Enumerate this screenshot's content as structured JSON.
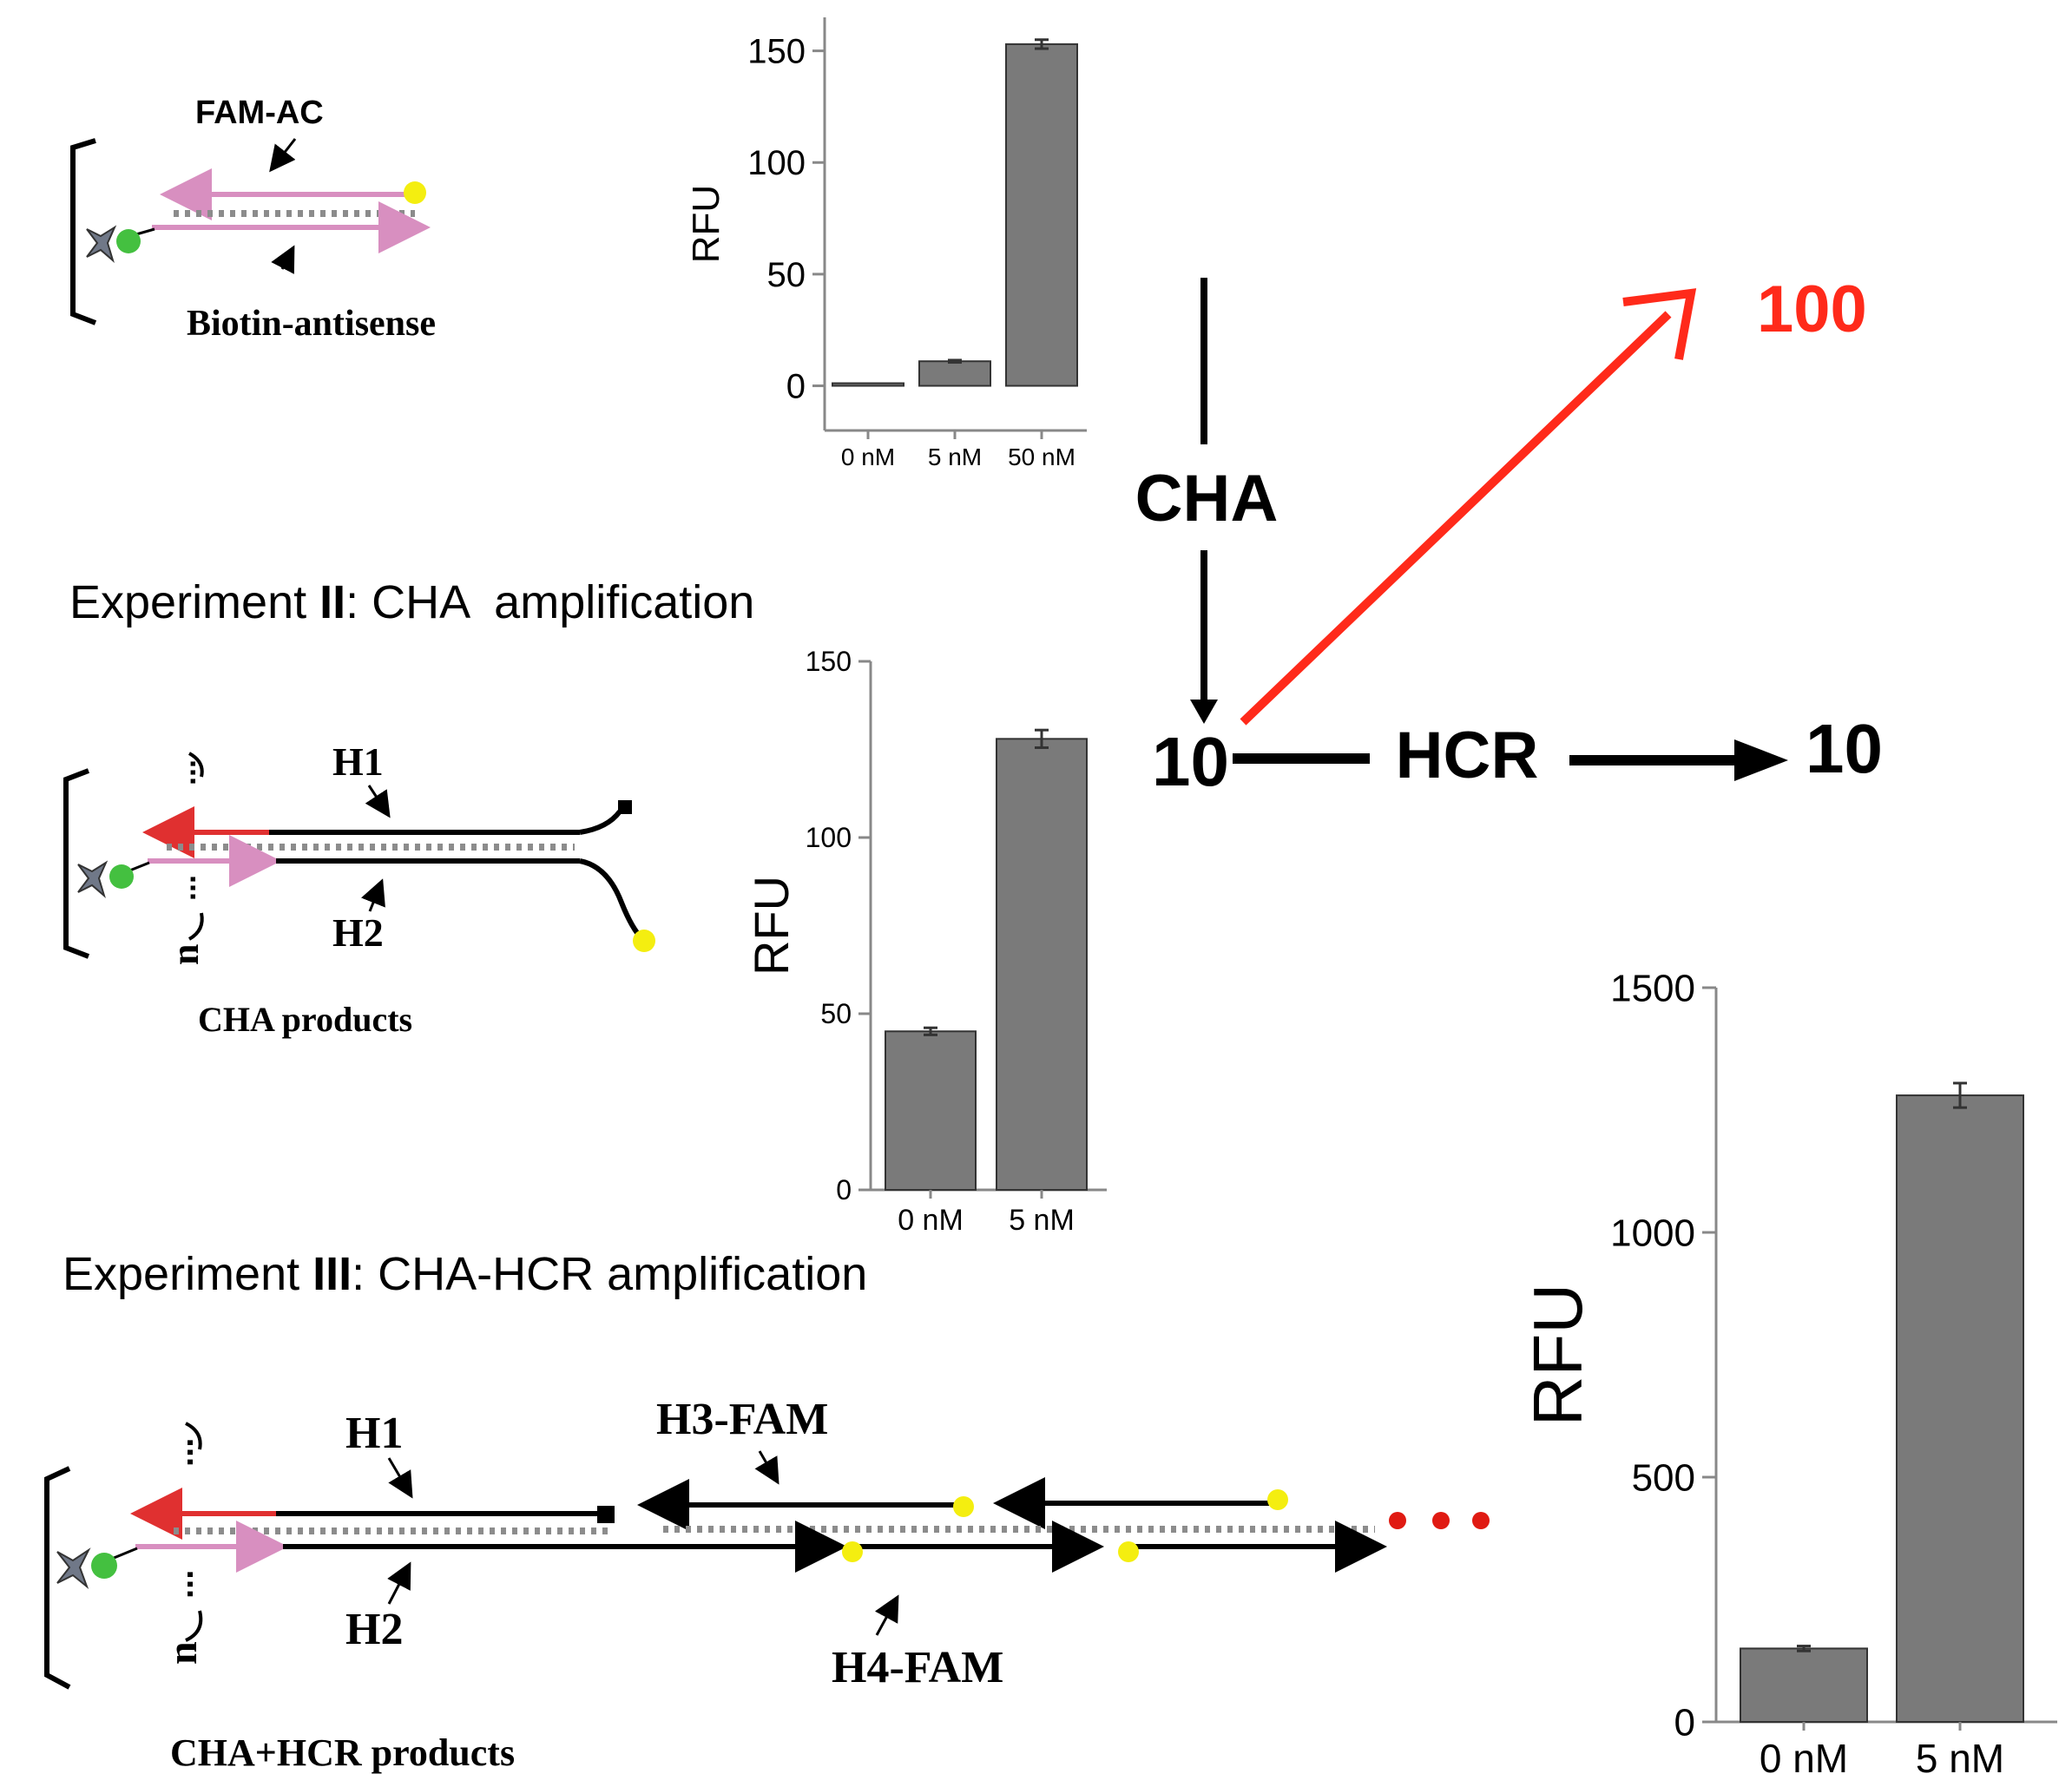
{
  "colors": {
    "bar": "#7a7a7a",
    "flow_red": "#ff2a1a",
    "pink": "#d88fc0",
    "strand_red": "#e03030",
    "dots": "#8c8c8c",
    "fam_yellow": "#f4ee10",
    "biotin_green": "#44c040",
    "streptavidin": "#707888",
    "tail_red": "#e01a12"
  },
  "section_titles": {
    "exp2_prefix": "Experiment ",
    "exp2_numeral": "II",
    "exp2_suffix": ": CHA  amplification",
    "exp3_prefix": "Experiment ",
    "exp3_numeral": "III",
    "exp3_suffix": ": CHA-HCR amplification"
  },
  "schematic1": {
    "label_top": "FAM-AC",
    "label_bottom": "Biotin-antisense"
  },
  "schematic2": {
    "label_h1": "H1",
    "label_h2": "H2",
    "caption": "CHA products",
    "repeat_marker": "n",
    "ellipsis": "..."
  },
  "schematic3": {
    "label_h1": "H1",
    "label_h2": "H2",
    "label_h3": "H3-FAM",
    "label_h4": "H4-FAM",
    "caption": "CHA+HCR products",
    "repeat_marker": "n",
    "ellipsis": "..."
  },
  "flow": {
    "cha_label": "CHA",
    "hcr_label": "HCR",
    "node_start": "10",
    "node_end": "10",
    "node_amplified": "100"
  },
  "chart_data": [
    {
      "type": "bar",
      "categories": [
        "0 nM",
        "5 nM",
        "50 nM"
      ],
      "values": [
        0,
        11,
        153
      ],
      "errors": [
        0,
        0.5,
        2
      ],
      "ylabel": "RFU",
      "xlabel": "",
      "ylim": [
        -20,
        165
      ],
      "yticks": [
        0,
        50,
        100,
        150
      ]
    },
    {
      "type": "bar",
      "categories": [
        "0 nM",
        "5 nM"
      ],
      "values": [
        45,
        128
      ],
      "errors": [
        1,
        2.5
      ],
      "ylabel": "RFU",
      "xlabel": "",
      "ylim": [
        0,
        150
      ],
      "yticks": [
        0,
        50,
        100,
        150
      ]
    },
    {
      "type": "bar",
      "categories": [
        "0 nM",
        "5 nM"
      ],
      "values": [
        150,
        1280
      ],
      "errors": [
        5,
        25
      ],
      "ylabel": "RFU",
      "xlabel": "",
      "ylim": [
        0,
        1500
      ],
      "yticks": [
        0,
        500,
        1000,
        1500
      ]
    }
  ]
}
